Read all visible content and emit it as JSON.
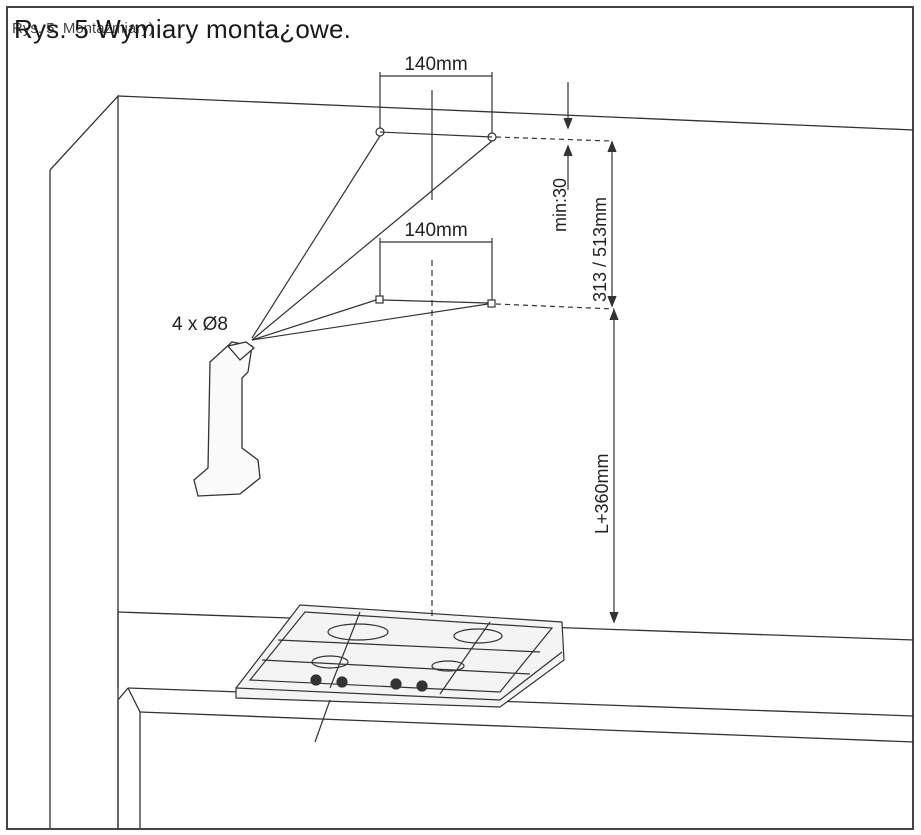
{
  "figure": {
    "title": "Rys. 5 Wymiary monta¿owe.",
    "title_overlay": "Rys. 5: Montażmiary)",
    "labels": {
      "width_top": "140mm",
      "width_bottom": "140mm",
      "min_clearance": "min:30",
      "hole_spacing": "313 / 513mm",
      "height_above_hob": "L+360mm",
      "drill_spec": "4 x Ø8"
    }
  },
  "colors": {
    "line": "#333333",
    "background": "#ffffff"
  }
}
